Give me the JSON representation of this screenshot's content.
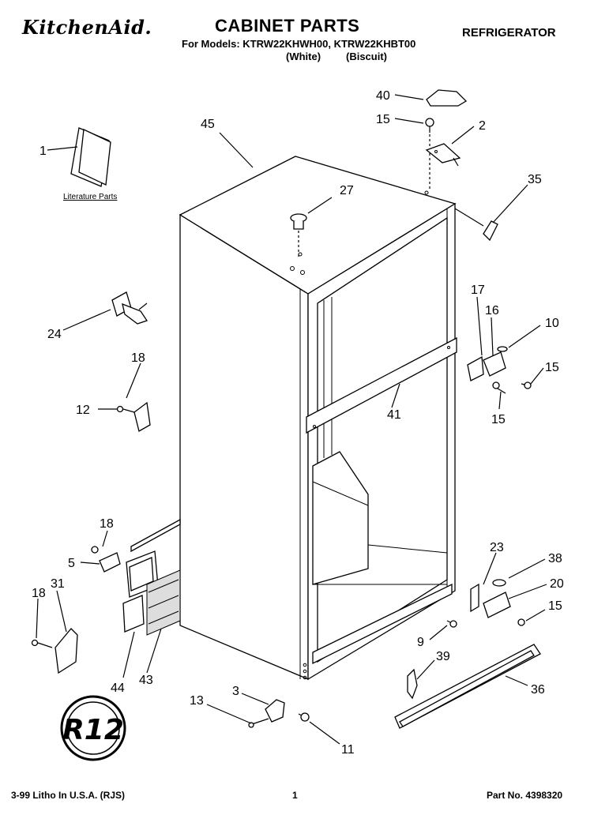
{
  "header": {
    "brand": "KitchenAid.",
    "title": "CABINET PARTS",
    "category": "REFRIGERATOR",
    "models_line": "For Models: KTRW22KHWH00, KTRW22KHBT00",
    "color_white": "(White)",
    "color_biscuit": "(Biscuit)"
  },
  "literature_label": "Literature Parts",
  "seal_text": "R12",
  "footer": {
    "left": "3-99 Litho In U.S.A. (RJS)",
    "page": "1",
    "part_no": "Part No. 4398320"
  },
  "callouts": {
    "n1": "1",
    "n2": "2",
    "n3": "3",
    "n5": "5",
    "n9": "9",
    "n10": "10",
    "n11": "11",
    "n12": "12",
    "n13": "13",
    "n15a": "15",
    "n15b": "15",
    "n15c": "15",
    "n15d": "15",
    "n16": "16",
    "n17": "17",
    "n18a": "18",
    "n18b": "18",
    "n18c": "18",
    "n20": "20",
    "n23": "23",
    "n24": "24",
    "n27": "27",
    "n31": "31",
    "n35": "35",
    "n36": "36",
    "n38": "38",
    "n39": "39",
    "n40": "40",
    "n41": "41",
    "n43": "43",
    "n44": "44",
    "n45": "45"
  }
}
